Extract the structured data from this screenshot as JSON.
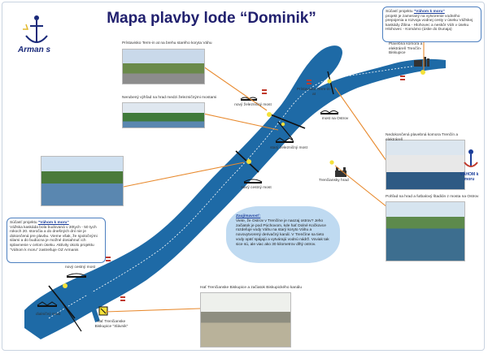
{
  "title": "Mapa plavby lode “Dominik”",
  "brand": "Arman s",
  "labels": {
    "photo1_caption": "Prístavisko Term-in at na brehu starého koryta Váhu",
    "photo2_caption": "Nerubený výhľad na hrad medzi železničnými mostami",
    "photo5_caption": "Nedokončená plavebná komora Trenčín a elektráreň",
    "photo6_caption": "Pohľad na hrad a futbalový štadión z mosta na Ostrov",
    "photo7_caption": "Hať Trenčianske Biskupice a začiatok Biskupického kanálu",
    "novy_zeleznicny_most": "nový železničný most",
    "pristavisko": "Prístavisko Term-in-at",
    "most_na_ostrov": "most na Ostrov",
    "stary_zeleznicny_most": "starý železničný most",
    "stary_cestny_most": "starý cestný most",
    "trenciansky_hrad": "Trenčiansky hrad",
    "novy_cestny_most": "nový cestný most",
    "dialnicny_most": "dialničný most",
    "hat": "hať Trenčianske Biskupice \"Slávnik\"",
    "plavebna_komora": "Plavebná komora a elektráreň Trenčín-Biskupice"
  },
  "info_top_right": {
    "prefix": "Súčasť projektu ",
    "link": "\"Váhom k moru\"",
    "body": "projekt je zameraný na vytvorenie vodného prepojenia a rozvoja vodnej cesty v úseku Vážskej kaskády Žilina - Hlohovec a neskôr Váh v úseku Hlohovec - Komárno (ústie do Dunaja)"
  },
  "info_left": {
    "prefix": "Súčasť projektu ",
    "link": "\"Váhom k moru\"",
    "body": "Vážska kaskáda bola budovaná v 30tych - 50 tych rokoch 20. storočia a do dnešných dní nie je dokončená pre plavbu. Vieme však, že spoločnými silami a do budúcna je možné dosiahnuť ich splavnenie v celom úseku. Aktivity okolo projektu \"Váhom k moru\" zastrešuje OZ Armanis"
  },
  "bubble": {
    "heading": "Zaujímavosť:",
    "text": "Viete, že Ostrov v Trenčíne je naozaj ostrov? Jeho začiatok je pod Púchovom, kde hať Dolné Kočkovce rozdeľuje vody Váhu na starý koryto Váhu a novovytvorený derivačný kanál. V Trenčíne sa tieto vody opäť spájajú a vytvárajú vodnú nádrž. Voviak tak sice sú, ale viac ako 30 kilometrov dlhý ostrov."
  },
  "vahom_logo": "VÁHOM k moru",
  "colors": {
    "river": "#1e6aa6",
    "river_light": "#2f86c4",
    "arrow": "#e88a2e",
    "title": "#21206e",
    "bubble": "#bfdaf1"
  }
}
